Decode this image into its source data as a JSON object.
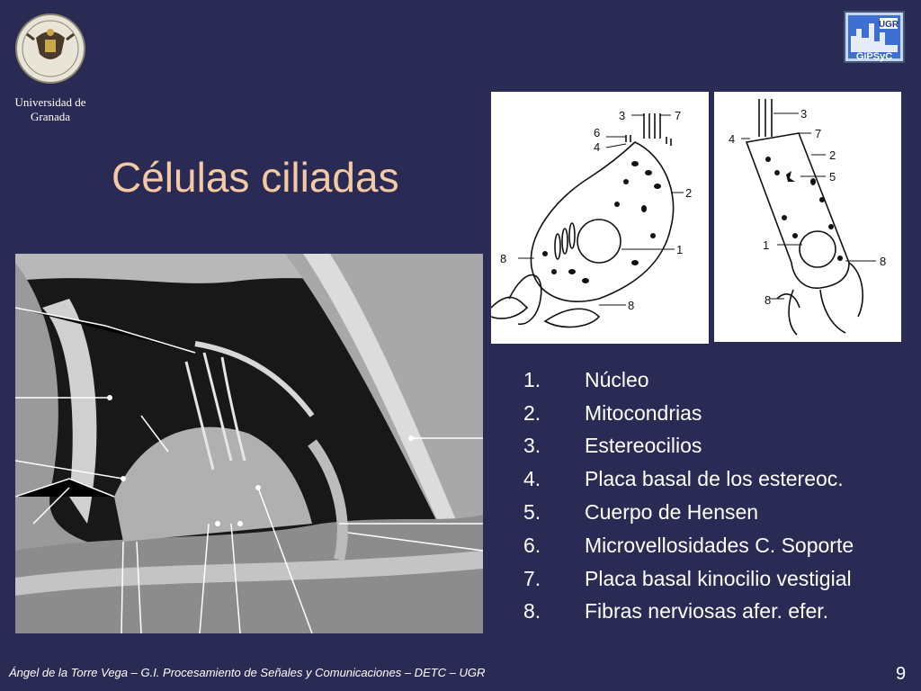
{
  "header": {
    "university_name": "Universidad de Granada",
    "logo_right_top": "UGR",
    "logo_right_bottom": "GiPSyC"
  },
  "slide": {
    "title": "Células ciliadas",
    "legend": [
      {
        "num": "1.",
        "label": "Núcleo"
      },
      {
        "num": "2.",
        "label": "Mitocondrias"
      },
      {
        "num": "3.",
        "label": "Estereocilios"
      },
      {
        "num": "4.",
        "label": "Placa basal de los estereoc."
      },
      {
        "num": "5.",
        "label": "Cuerpo de Hensen"
      },
      {
        "num": "6.",
        "label": "Microvellosidades C. Soporte"
      },
      {
        "num": "7.",
        "label": "Placa basal kinocilio vestigial"
      },
      {
        "num": "8.",
        "label": "Fibras nerviosas afer. efer."
      }
    ],
    "diagram1_labels": [
      "3",
      "7",
      "6",
      "4",
      "2",
      "1",
      "8",
      "8"
    ],
    "diagram2_labels": [
      "3",
      "4",
      "7",
      "2",
      "5",
      "1",
      "8",
      "8"
    ]
  },
  "footer": {
    "text": "Ángel de la Torre Vega – G.I. Procesamiento de Señales y Comunicaciones – DETC – UGR",
    "page": "9"
  },
  "colors": {
    "background": "#2a2b55",
    "title": "#f4c9a3",
    "text": "#ffffff"
  },
  "icons": {
    "university_logo": "coat-of-arms-icon",
    "group_logo": "gipsyc-logo-icon"
  }
}
